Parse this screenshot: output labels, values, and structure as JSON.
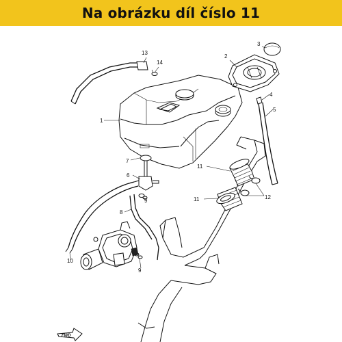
{
  "banner": {
    "text": "Na obrázku díl číslo 11",
    "background": "#f2c41c"
  },
  "diagram": {
    "callouts": [
      {
        "id": "c1",
        "label": "1"
      },
      {
        "id": "c2",
        "label": "2"
      },
      {
        "id": "c3",
        "label": "3"
      },
      {
        "id": "c4",
        "label": "4"
      },
      {
        "id": "c5",
        "label": "5"
      },
      {
        "id": "c6",
        "label": "6"
      },
      {
        "id": "c7",
        "label": "7"
      },
      {
        "id": "c8",
        "label": "8"
      },
      {
        "id": "c9a",
        "label": "9"
      },
      {
        "id": "c9b",
        "label": "9"
      },
      {
        "id": "c10",
        "label": "10"
      },
      {
        "id": "c11a",
        "label": "11"
      },
      {
        "id": "c11b",
        "label": "11"
      },
      {
        "id": "c12",
        "label": "12"
      },
      {
        "id": "c13",
        "label": "13"
      },
      {
        "id": "c14",
        "label": "14"
      }
    ],
    "fwd_label": "FWD"
  }
}
